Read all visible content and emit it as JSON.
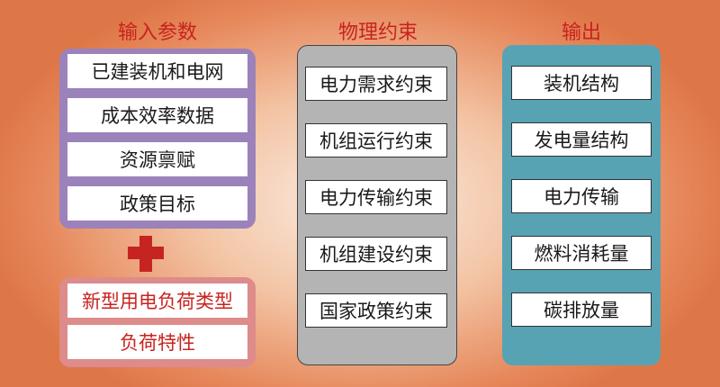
{
  "titles": {
    "input": "输入参数",
    "constraints": "物理约束",
    "output": "输出"
  },
  "input_items": [
    "已建装机和电网",
    "成本效率数据",
    "资源禀赋",
    "政策目标"
  ],
  "load_items": [
    "新型用电负荷类型",
    "负荷特性"
  ],
  "constraint_items": [
    "电力需求约束",
    "机组运行约束",
    "电力传输约束",
    "机组建设约束",
    "国家政策约束"
  ],
  "output_items": [
    "装机结构",
    "发电量结构",
    "电力传输",
    "燃料消耗量",
    "碳排放量"
  ],
  "colors": {
    "title_red": "#c8231f",
    "input_panel": "#9b82ba",
    "load_panel": "#dd8b8b",
    "constraint_panel": "#b4b4b4",
    "output_panel": "#57a3b4",
    "plus": "#c62420"
  },
  "icons": {
    "combine": "plus-icon"
  }
}
